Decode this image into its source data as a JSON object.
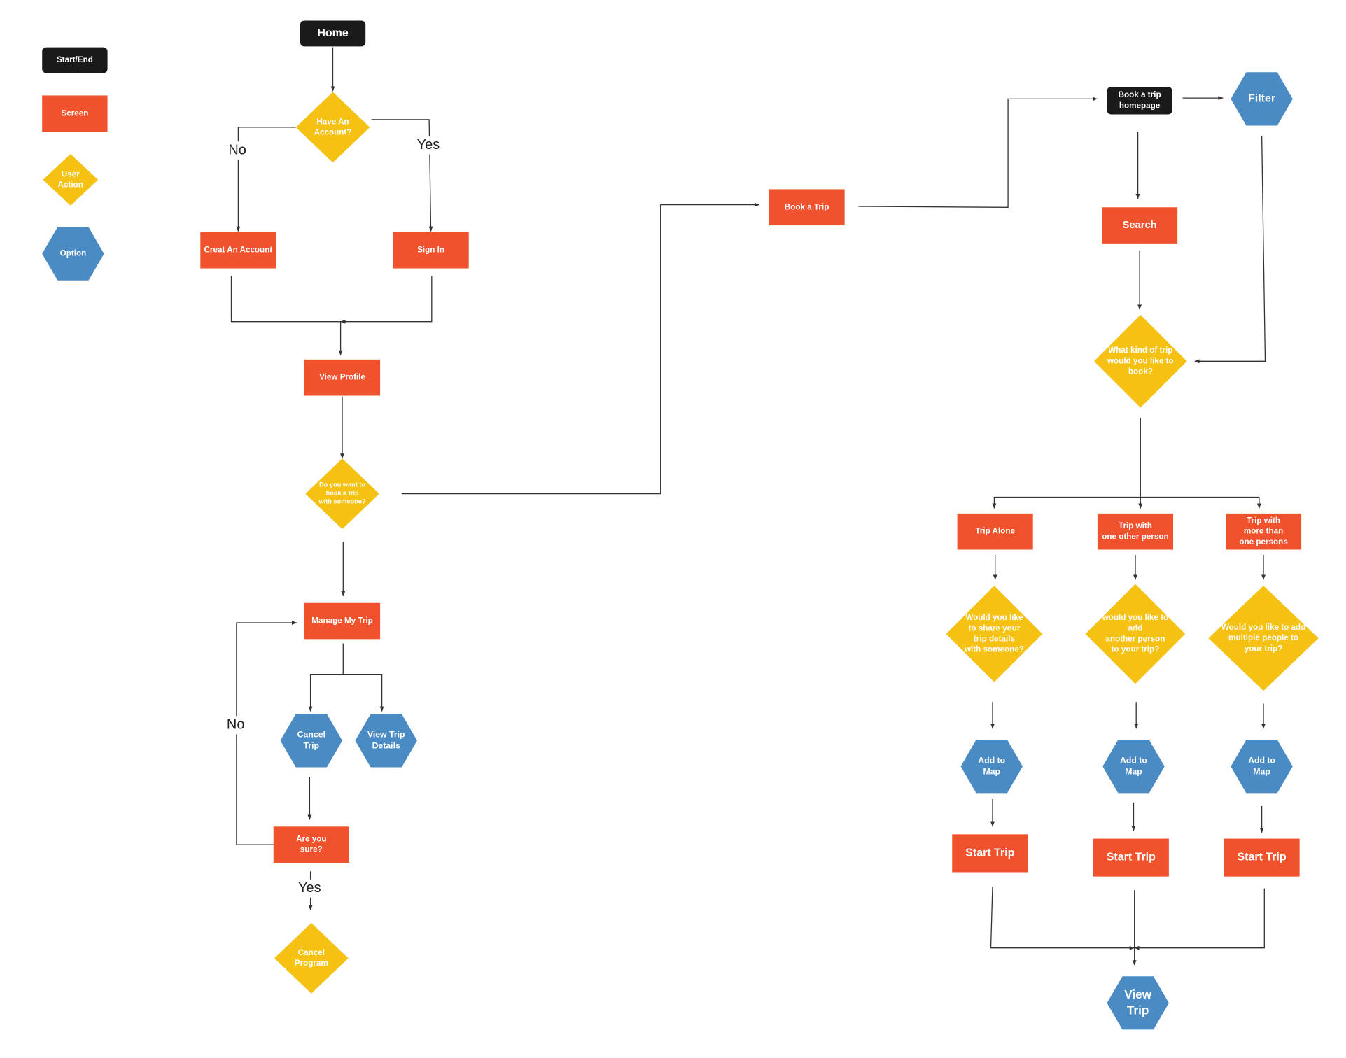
{
  "colors": {
    "start_end": "#1a1a1a",
    "screen": "#f0522d",
    "user_action": "#f5c112",
    "option": "#4a8bc4",
    "edge": "#333333",
    "text_light": "#ffffff",
    "text_dark": "#222222"
  },
  "legend": [
    {
      "id": "legend-start-end",
      "shape": "start_end",
      "label": "Start/End"
    },
    {
      "id": "legend-screen",
      "shape": "screen",
      "label": "Screen"
    },
    {
      "id": "legend-user-action",
      "shape": "user_action",
      "label": "User Action"
    },
    {
      "id": "legend-option",
      "shape": "option",
      "label": "Option"
    }
  ],
  "nodes": [
    {
      "id": "home",
      "shape": "start_end",
      "label": "Home"
    },
    {
      "id": "have-account",
      "shape": "user_action",
      "label": "Have An Account?"
    },
    {
      "id": "creat-account",
      "shape": "screen",
      "label": "Creat An Account"
    },
    {
      "id": "sign-in",
      "shape": "screen",
      "label": "Sign In"
    },
    {
      "id": "view-profile",
      "shape": "screen",
      "label": "View Profile"
    },
    {
      "id": "book-with-someone",
      "shape": "user_action",
      "label": "Do you want to book a trip with someone?"
    },
    {
      "id": "manage-my-trip",
      "shape": "screen",
      "label": "Manage My Trip"
    },
    {
      "id": "cancel-trip",
      "shape": "option",
      "label": "Cancel Trip"
    },
    {
      "id": "view-trip-details",
      "shape": "option",
      "label": "View Trip Details"
    },
    {
      "id": "are-you-sure",
      "shape": "screen",
      "label": "Are you sure?"
    },
    {
      "id": "cancel-program",
      "shape": "user_action",
      "label": "Cancel Program"
    },
    {
      "id": "book-a-trip",
      "shape": "screen",
      "label": "Book a Trip"
    },
    {
      "id": "book-trip-homepage",
      "shape": "start_end",
      "label": "Book a trip homepage"
    },
    {
      "id": "filter",
      "shape": "option",
      "label": "Filter"
    },
    {
      "id": "search",
      "shape": "screen",
      "label": "Search"
    },
    {
      "id": "what-kind-of-trip",
      "shape": "user_action",
      "label": "What kind of trip would you like to book?"
    },
    {
      "id": "trip-alone",
      "shape": "screen",
      "label": "Trip Alone"
    },
    {
      "id": "trip-one-other",
      "shape": "screen",
      "label": "Trip with one other person"
    },
    {
      "id": "trip-more-than-one",
      "shape": "screen",
      "label": "Trip with more than one persons"
    },
    {
      "id": "share-trip-details",
      "shape": "user_action",
      "label": "Would you like to share your trip details with someone?"
    },
    {
      "id": "add-another-person",
      "shape": "user_action",
      "label": "would you like to add another person to your trip?"
    },
    {
      "id": "add-multiple-people",
      "shape": "user_action",
      "label": "Would you like to add multiple people to your trip?"
    },
    {
      "id": "add-to-map-1",
      "shape": "option",
      "label": "Add to Map"
    },
    {
      "id": "add-to-map-2",
      "shape": "option",
      "label": "Add to Map"
    },
    {
      "id": "add-to-map-3",
      "shape": "option",
      "label": "Add to Map"
    },
    {
      "id": "start-trip-1",
      "shape": "screen",
      "label": "Start Trip"
    },
    {
      "id": "start-trip-2",
      "shape": "screen",
      "label": "Start Trip"
    },
    {
      "id": "start-trip-3",
      "shape": "screen",
      "label": "Start Trip"
    },
    {
      "id": "view-trip",
      "shape": "option",
      "label": "View Trip"
    }
  ],
  "edges": [
    {
      "from": "home",
      "to": "have-account"
    },
    {
      "from": "have-account",
      "to": "creat-account",
      "label": "No"
    },
    {
      "from": "have-account",
      "to": "sign-in",
      "label": "Yes"
    },
    {
      "from": "creat-account",
      "to": "view-profile"
    },
    {
      "from": "sign-in",
      "to": "view-profile"
    },
    {
      "from": "view-profile",
      "to": "book-with-someone"
    },
    {
      "from": "book-with-someone",
      "to": "book-a-trip"
    },
    {
      "from": "book-with-someone",
      "to": "manage-my-trip"
    },
    {
      "from": "manage-my-trip",
      "to": "cancel-trip"
    },
    {
      "from": "manage-my-trip",
      "to": "view-trip-details"
    },
    {
      "from": "cancel-trip",
      "to": "are-you-sure"
    },
    {
      "from": "are-you-sure",
      "to": "manage-my-trip",
      "label": "No"
    },
    {
      "from": "are-you-sure",
      "to": "cancel-program",
      "label": "Yes"
    },
    {
      "from": "book-a-trip",
      "to": "book-trip-homepage"
    },
    {
      "from": "book-trip-homepage",
      "to": "filter"
    },
    {
      "from": "book-trip-homepage",
      "to": "search"
    },
    {
      "from": "search",
      "to": "what-kind-of-trip"
    },
    {
      "from": "filter",
      "to": "what-kind-of-trip"
    },
    {
      "from": "what-kind-of-trip",
      "to": "trip-alone"
    },
    {
      "from": "what-kind-of-trip",
      "to": "trip-one-other"
    },
    {
      "from": "what-kind-of-trip",
      "to": "trip-more-than-one"
    },
    {
      "from": "trip-alone",
      "to": "share-trip-details"
    },
    {
      "from": "trip-one-other",
      "to": "add-another-person"
    },
    {
      "from": "trip-more-than-one",
      "to": "add-multiple-people"
    },
    {
      "from": "share-trip-details",
      "to": "add-to-map-1"
    },
    {
      "from": "add-another-person",
      "to": "add-to-map-2"
    },
    {
      "from": "add-multiple-people",
      "to": "add-to-map-3"
    },
    {
      "from": "add-to-map-1",
      "to": "start-trip-1"
    },
    {
      "from": "add-to-map-2",
      "to": "start-trip-2"
    },
    {
      "from": "add-to-map-3",
      "to": "start-trip-3"
    },
    {
      "from": "start-trip-1",
      "to": "view-trip"
    },
    {
      "from": "start-trip-2",
      "to": "view-trip"
    },
    {
      "from": "start-trip-3",
      "to": "view-trip"
    }
  ]
}
